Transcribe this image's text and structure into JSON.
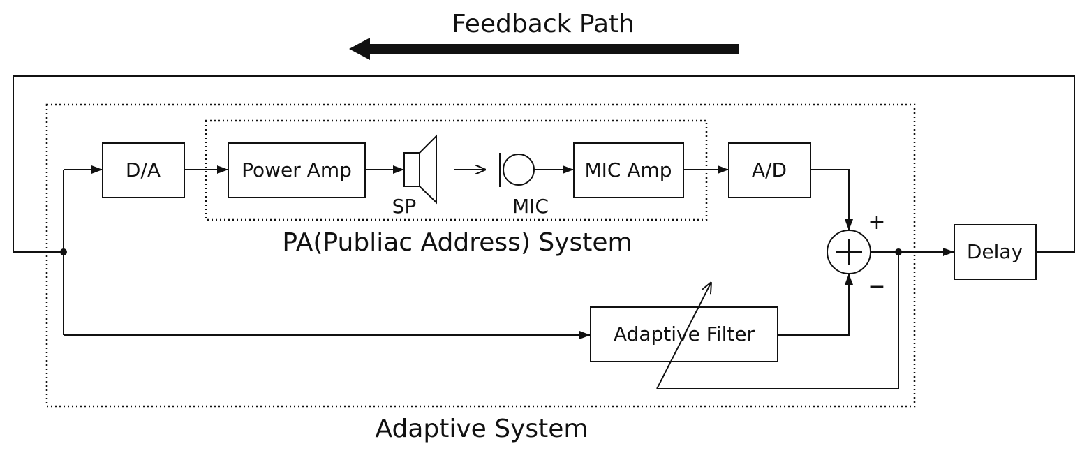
{
  "diagram": {
    "title": "Feedback Path",
    "blocks": {
      "da": "D/A",
      "power_amp": "Power Amp",
      "mic_amp": "MIC Amp",
      "ad": "A/D",
      "delay": "Delay",
      "adaptive_filter": "Adaptive Filter"
    },
    "labels": {
      "speaker": "SP",
      "microphone": "MIC",
      "pa_system": "PA(Publiac Address) System",
      "adaptive_system": "Adaptive System",
      "plus_sign": "+",
      "minus_sign": "−"
    },
    "colors": {
      "line": "#111111",
      "background": "#ffffff"
    }
  }
}
